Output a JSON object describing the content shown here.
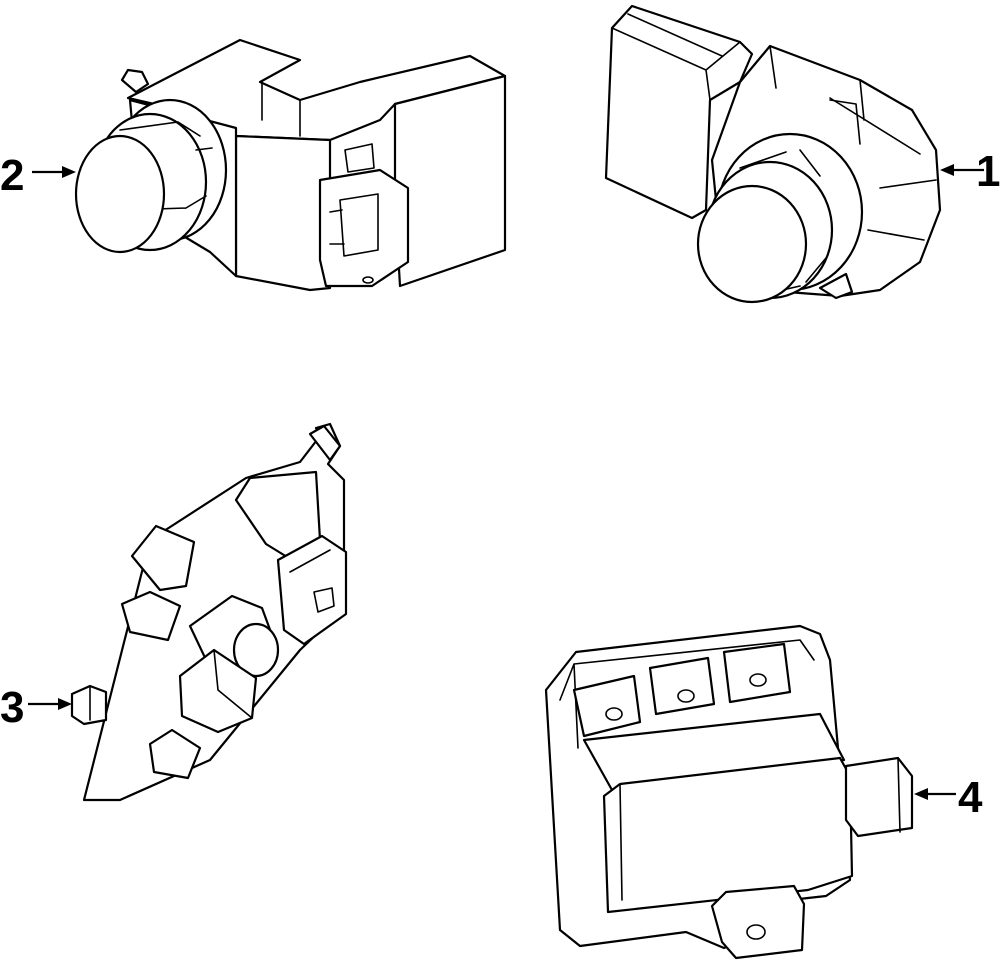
{
  "diagram": {
    "parts": [
      {
        "number": "1",
        "icon": "park-assist-sensor-rear-view"
      },
      {
        "number": "2",
        "icon": "park-assist-sensor-side-view"
      },
      {
        "number": "3",
        "icon": "sensor-mounting-bracket"
      },
      {
        "number": "4",
        "icon": "park-assist-control-module"
      }
    ]
  }
}
